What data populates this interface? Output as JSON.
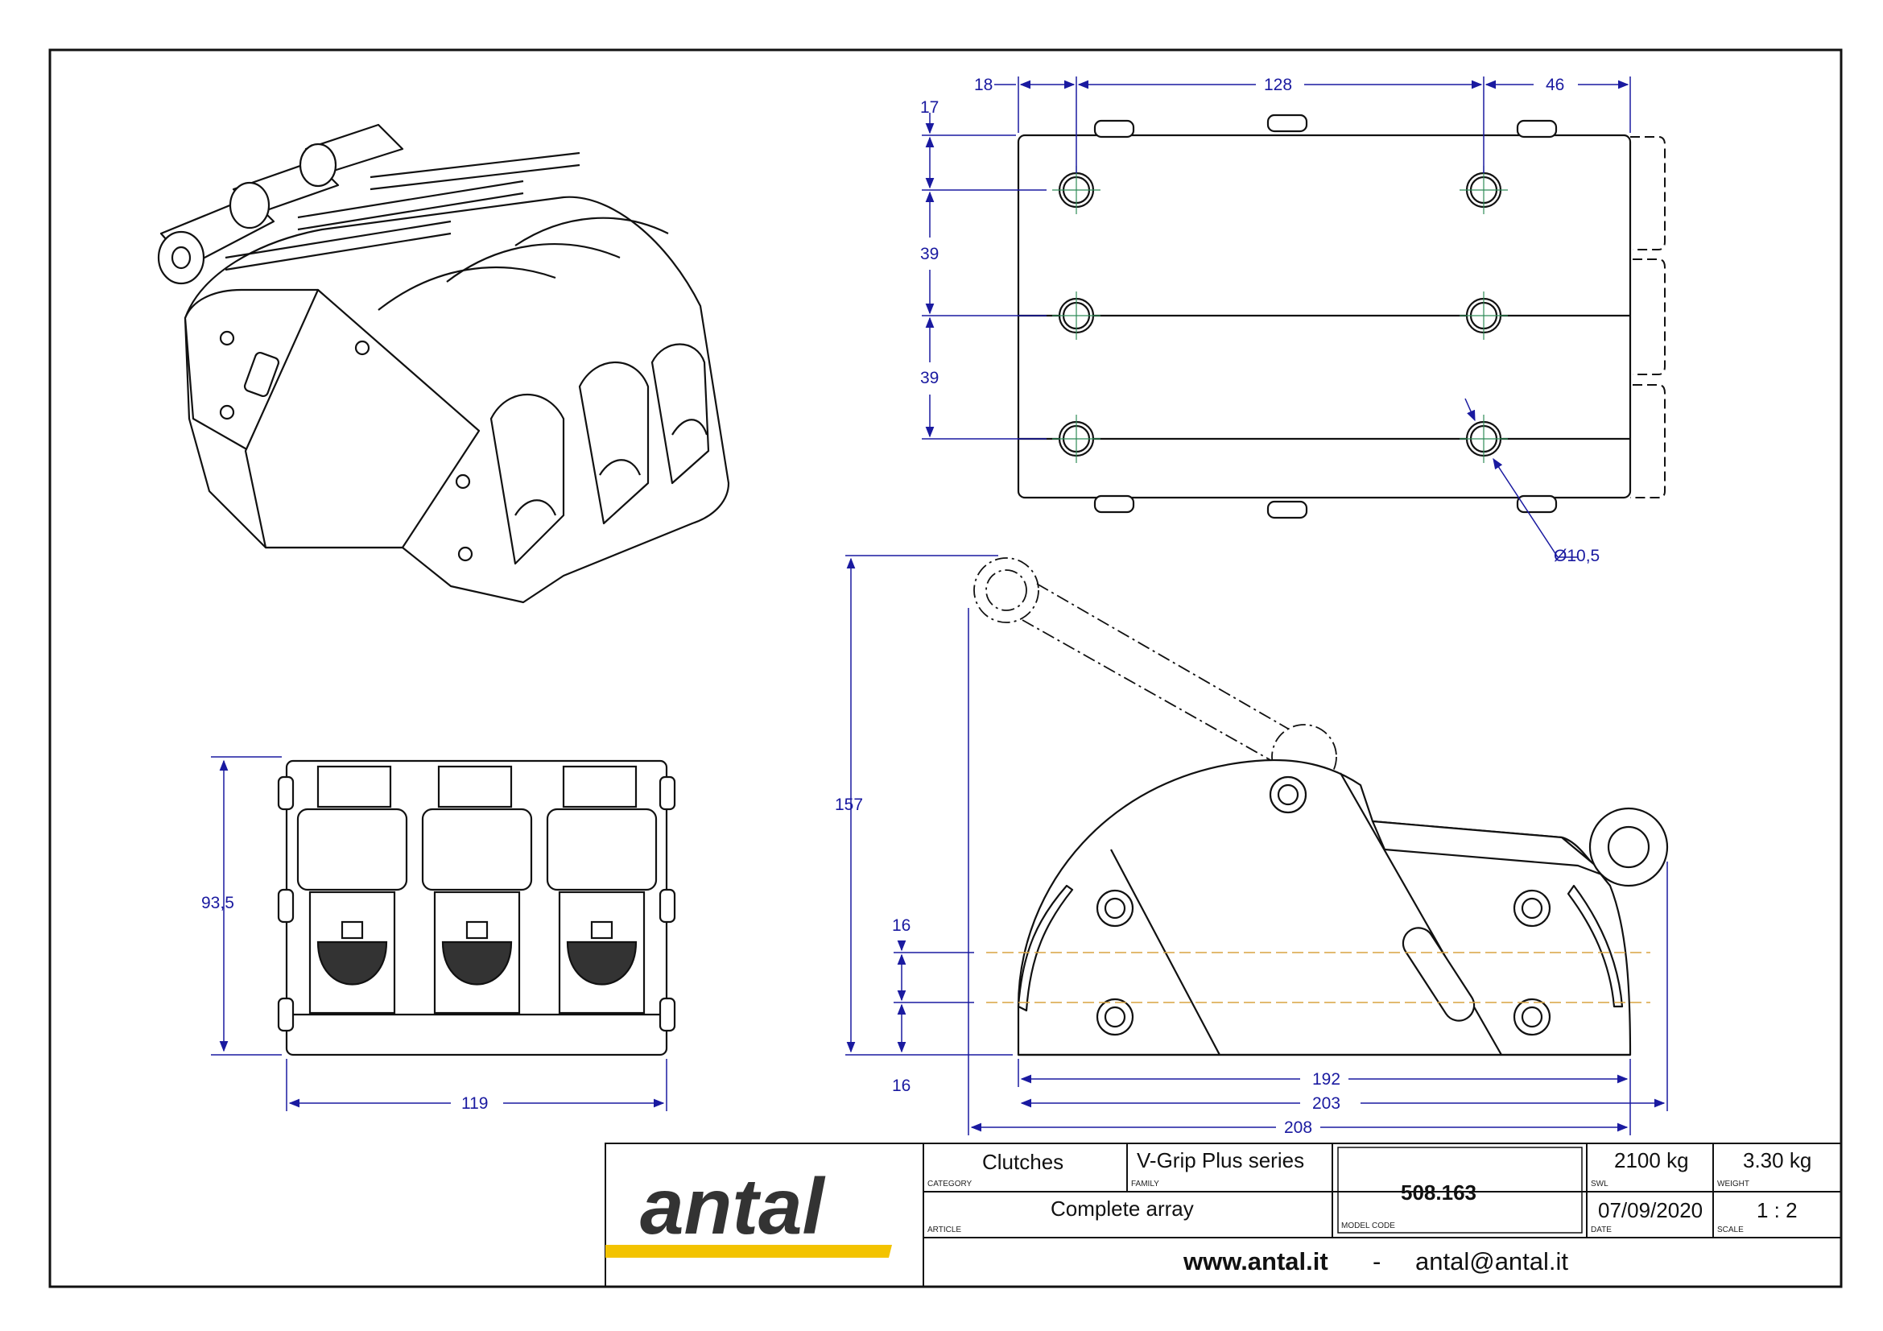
{
  "dimensions": {
    "top_18": "18",
    "top_128": "128",
    "top_46": "46",
    "left_17": "17",
    "left_39a": "39",
    "left_39b": "39",
    "hole_diameter": "Ø10,5",
    "height_157": "157",
    "side_16a": "16",
    "side_16b": "16",
    "width_192": "192",
    "width_203": "203",
    "width_208": "208",
    "front_height": "93,5",
    "front_width": "119"
  },
  "title_block": {
    "logo_text": "antal",
    "category_value": "Clutches",
    "category_label": "CATEGORY",
    "family_value": "V-Grip Plus series",
    "family_label": "FAMILY",
    "article_value": "Complete array",
    "article_label": "ARTICLE",
    "model_code_value": "508.163",
    "model_code_label": "MODEL CODE",
    "swl_value": "2100 kg",
    "swl_label": "SWL",
    "weight_value": "3.30 kg",
    "weight_label": "WEIGHT",
    "date_value": "07/09/2020",
    "date_label": "DATE",
    "scale_value": "1 : 2",
    "scale_label": "SCALE",
    "website": "www.antal.it",
    "separator": "-",
    "email": "antal@antal.it"
  },
  "colors": {
    "border": "#111111",
    "dimension": "#1a1aa0",
    "logo_yellow": "#f3c300",
    "hidden_line": "#d9a441"
  }
}
